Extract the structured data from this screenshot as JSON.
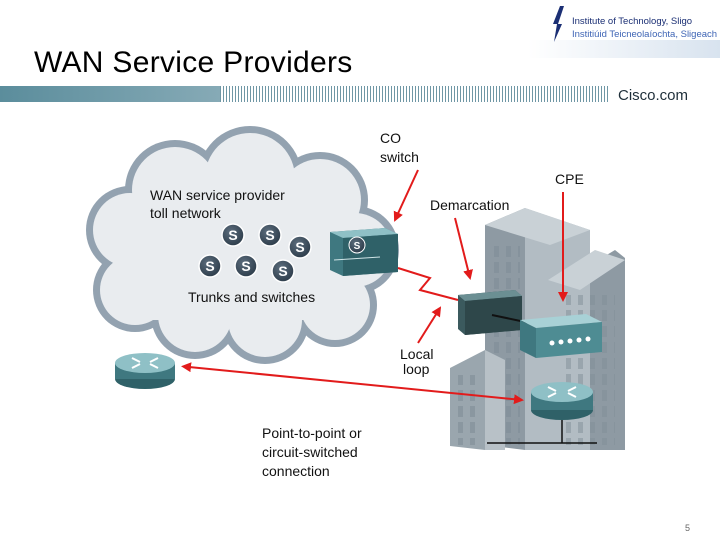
{
  "slide": {
    "title": "WAN Service Providers",
    "page_number": "5"
  },
  "header": {
    "institute_name_en": "Institute of Technology, Sligo",
    "institute_name_ga": "Institiúid Teicneolaíochta, Sligeach",
    "cisco_logo_text": "Cisco.com"
  },
  "diagram": {
    "cloud_label_line1": "WAN service provider",
    "cloud_label_line2": "toll network",
    "switch_letter": "S",
    "trunks_label": "Trunks and switches",
    "co_label_line1": "CO",
    "co_label_line2": "switch",
    "demarcation_label": "Demarcation",
    "cpe_label": "CPE",
    "local_loop_line1": "Local",
    "local_loop_line2": "loop",
    "connection_line1": "Point-to-point or",
    "connection_line2": "circuit-switched",
    "connection_line3": "connection"
  },
  "colors": {
    "arrow_red": "#e21b1b",
    "title_bar": "#5b8d9c",
    "cloud_fill": "#e9ecef",
    "cloud_outline": "#93a2b0",
    "building": "#a8b4bc",
    "device": "#4e8c93"
  },
  "icons": [
    "institute-logo",
    "cloud",
    "switch-icon",
    "co-switch-icon",
    "demarcation-box-icon",
    "cpe-device-icon",
    "router-icon",
    "building-icon"
  ]
}
